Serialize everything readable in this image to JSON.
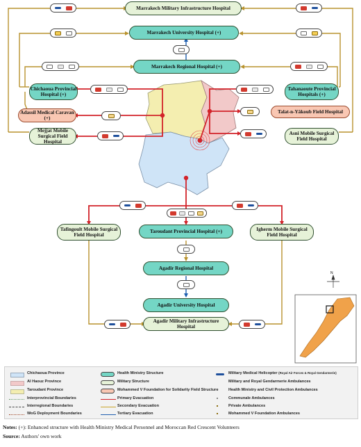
{
  "hospitals": {
    "mk_military": "Marrakech Military Infrastructure Hospital",
    "mk_university": "Marrakech University Hospital (+)",
    "mk_regional": "Marrakech Regional Hospital (+)",
    "chichaoua": "Chichaoua Provincial Hospital (+)",
    "adassil": "Adassil Medical Caravan (+)",
    "mejjat": "Mejjat Mobile Surgical Field Hospital",
    "tahanaoute": "Tahanaoute Provincial Hospitals (+)",
    "talat": "Talat-n-Yâkoub Field Hospital",
    "asni": "Asni Mobile Surgical Field Hospital",
    "tafingoult": "Tafingoult Mobile Surgical Field Hospital",
    "taroudant": "Taroudant Provincial Hospital (+)",
    "igherm": "Igherm Mobile Surgical Field Hospital",
    "agadir_regional": "Agadir Regional Hospital",
    "agadir_university": "Agadir University Hospital",
    "agadir_military": "Agadir Military Infrastructure Hospital"
  },
  "legend": {
    "col1": [
      "Chichaoua Province",
      "Al Haouz Province",
      "Taroudant Province",
      "Interprovincial Boundaries",
      "Interregional Boundaries",
      "WoG Deployment Boundaries"
    ],
    "col2": [
      "Health Ministry Structure",
      "Military Structure",
      "Mohammed V Foundation for Solidarity Field Structure",
      "Primary Evacuation",
      "Secondary Evacuation",
      "Tertiary Evacuation"
    ],
    "col3": [
      "Military Medical Helicopter",
      "Military and Royal Gendarmerie Ambulances",
      "Health Ministry and Civil Protection Ambulances",
      "Communale Ambulances",
      "Private Ambulances",
      "Mohammed V Foundation Ambulances"
    ],
    "heli_note": "(Royal Air Forces & Royal Gendarmerie)"
  },
  "colors": {
    "chichaoua": "#f4eeb0",
    "al_haouz": "#f2c9c9",
    "taroudant": "#cfe4f7",
    "primary": "#d2232a",
    "secondary": "#c9a227",
    "tertiary": "#1f5fb0",
    "health": "#74d6c5",
    "military": "#e6f2d8",
    "foundation": "#f9c7b3"
  },
  "compass": "N",
  "footer": {
    "notes_label": "Notes:",
    "notes_text": " (+): Enhanced structure with Health Ministry Medical Personnel and Moroccan Red Crescent Volunteers",
    "source_label": "Source:",
    "source_text": " Authors' own work"
  }
}
